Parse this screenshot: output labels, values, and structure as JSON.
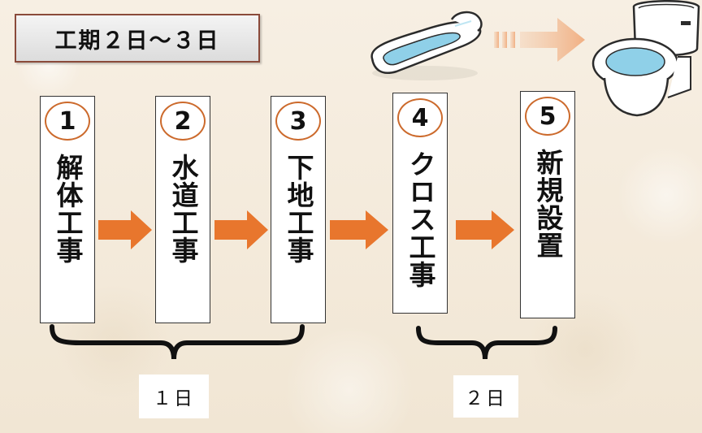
{
  "title": "工期２日〜３日",
  "steps": [
    {
      "number": "1",
      "label": "解体工事"
    },
    {
      "number": "2",
      "label": "水道工事"
    },
    {
      "number": "3",
      "label": "下地工事"
    },
    {
      "number": "4",
      "label": "クロス工事"
    },
    {
      "number": "5",
      "label": "新規設置"
    }
  ],
  "durations": [
    {
      "label": "１日"
    },
    {
      "label": "２日"
    }
  ],
  "colors": {
    "arrow": "#e8762d",
    "circle": "#cc6a2c",
    "title_border": "#8a4a3a"
  },
  "icons": [
    "squat-toilet-icon",
    "western-toilet-icon",
    "right-arrow-icon"
  ]
}
